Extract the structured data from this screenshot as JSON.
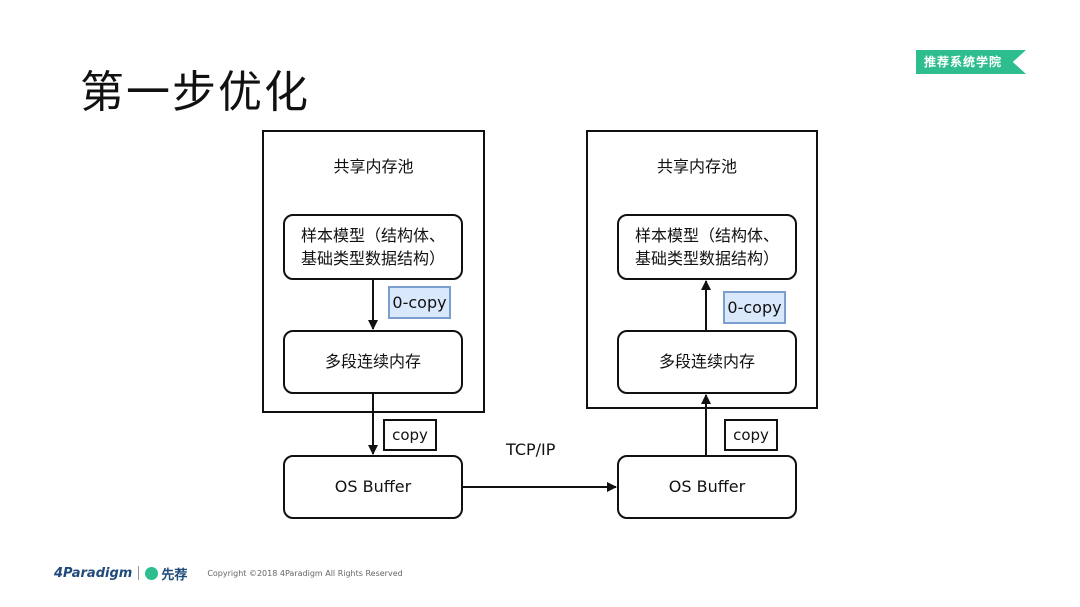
{
  "page": {
    "title": "第一步优化",
    "brand_tag": "推荐系统学院"
  },
  "diagram": {
    "left_pool": {
      "label": "共享内存池",
      "model_box_line1": "样本模型（结构体、",
      "model_box_line2": "基础类型数据结构）",
      "zero_copy": "0-copy",
      "memory_box": "多段连续内存"
    },
    "right_pool": {
      "label": "共享内存池",
      "model_box_line1": "样本模型（结构体、",
      "model_box_line2": "基础类型数据结构）",
      "zero_copy": "0-copy",
      "memory_box": "多段连续内存"
    },
    "left_copy": "copy",
    "right_copy": "copy",
    "left_os_buffer": "OS Buffer",
    "right_os_buffer": "OS Buffer",
    "transfer_label": "TCP/IP"
  },
  "footer": {
    "logo_paradigm": "4Paradigm",
    "logo_xianjian": "先荐",
    "copyright": "Copyright ©2018 4Paradigm All Rights Reserved"
  }
}
